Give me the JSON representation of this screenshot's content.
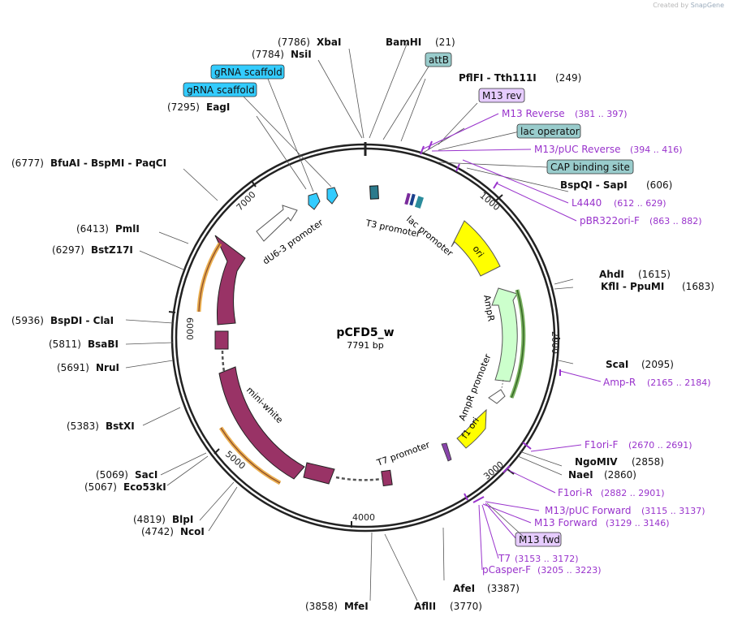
{
  "credit": {
    "prefix": "Created by",
    "brand": "SnapGene"
  },
  "plasmid": {
    "name": "pCFD5_w",
    "length_label": "7791 bp",
    "length": 7791
  },
  "ticks": [
    "1000",
    "2000",
    "3000",
    "4000",
    "5000",
    "6000",
    "7000"
  ],
  "left_sites": [
    {
      "pos": "(7786)",
      "name": "XbaI"
    },
    {
      "pos": "(7784)",
      "name": "NsiI"
    },
    {
      "pos": "(7295)",
      "name": "EagI"
    },
    {
      "pos": "(6777)",
      "name": "BfuAI - BspMI - PaqCI"
    },
    {
      "pos": "(6413)",
      "name": "PmlI"
    },
    {
      "pos": "(6297)",
      "name": "BstZ17I"
    },
    {
      "pos": "(5936)",
      "name": "BspDI - ClaI"
    },
    {
      "pos": "(5811)",
      "name": "BsaBI"
    },
    {
      "pos": "(5691)",
      "name": "NruI"
    },
    {
      "pos": "(5383)",
      "name": "BstXI"
    },
    {
      "pos": "(5069)",
      "name": "SacI"
    },
    {
      "pos": "(5067)",
      "name": "Eco53kI"
    },
    {
      "pos": "(4819)",
      "name": "BlpI"
    },
    {
      "pos": "(4742)",
      "name": "NcoI"
    },
    {
      "pos": "(3858)",
      "name": "MfeI"
    }
  ],
  "right_sites": [
    {
      "name": "BamHI",
      "pos": "(21)"
    },
    {
      "name": "PflFI - Tth111I",
      "pos": "(249)"
    },
    {
      "name": "BspQI - SapI",
      "pos": "(606)"
    },
    {
      "name": "AhdI",
      "pos": "(1615)"
    },
    {
      "name": "KflI - PpuMI",
      "pos": "(1683)"
    },
    {
      "name": "ScaI",
      "pos": "(2095)"
    },
    {
      "name": "NgoMIV",
      "pos": "(2858)"
    },
    {
      "name": "NaeI",
      "pos": "(2860)"
    },
    {
      "name": "AfeI",
      "pos": "(3387)"
    },
    {
      "name": "AflII",
      "pos": "(3770)"
    }
  ],
  "primers": [
    {
      "name": "M13 Reverse",
      "pos": "(381 .. 397)"
    },
    {
      "name": "M13/pUC Reverse",
      "pos": "(394 .. 416)"
    },
    {
      "name": "L4440",
      "pos": "(612 .. 629)"
    },
    {
      "name": "pBR322ori-F",
      "pos": "(863 .. 882)"
    },
    {
      "name": "Amp-R",
      "pos": "(2165 .. 2184)"
    },
    {
      "name": "F1ori-F",
      "pos": "(2670 .. 2691)"
    },
    {
      "name": "F1ori-R",
      "pos": "(2882 .. 2901)"
    },
    {
      "name": "M13/pUC Forward",
      "pos": "(3115 .. 3137)"
    },
    {
      "name": "M13 Forward",
      "pos": "(3129 .. 3146)"
    },
    {
      "name": "T7",
      "pos": "(3153 .. 3172)"
    },
    {
      "name": "pCasper-F",
      "pos": "(3205 .. 3223)"
    }
  ],
  "boxed_features": [
    {
      "label": "attB",
      "kind": "protein_bind"
    },
    {
      "label": "M13 rev",
      "kind": "primer_bind"
    },
    {
      "label": "lac operator",
      "kind": "protein_bind"
    },
    {
      "label": "CAP binding site",
      "kind": "protein_bind"
    },
    {
      "label": "M13 fwd",
      "kind": "primer_bind"
    },
    {
      "label": "gRNA scaffold",
      "kind": "misc_rna"
    },
    {
      "label": "gRNA scaffold",
      "kind": "misc_rna"
    }
  ],
  "features": [
    {
      "label": "ori",
      "type": "rep_origin"
    },
    {
      "label": "AmpR",
      "type": "cds"
    },
    {
      "label": "AmpR promoter",
      "type": "promoter"
    },
    {
      "label": "f1 ori",
      "type": "rep_origin"
    },
    {
      "label": "T7 promoter",
      "type": "promoter"
    },
    {
      "label": "mini-white",
      "type": "cds"
    },
    {
      "label": "dU6-3 promoter",
      "type": "promoter"
    },
    {
      "label": "T3 promoter",
      "type": "promoter"
    },
    {
      "label": "lac promoter",
      "type": "promoter"
    }
  ],
  "colors": {
    "primer": "#9933cc",
    "cds_dark": "#993366",
    "ori": "#ffff00",
    "ampr": "#ccffcc",
    "misc_rna": "#33ccff",
    "protein_bind": "#99cccc",
    "primer_box": "#e6ccff"
  }
}
